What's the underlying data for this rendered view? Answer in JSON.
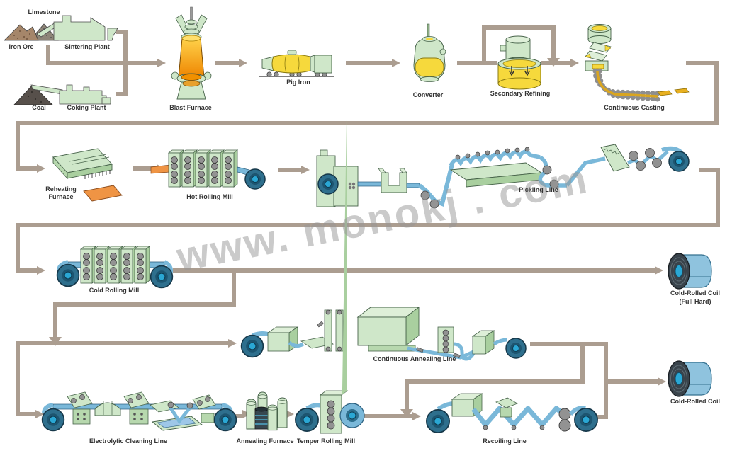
{
  "watermark": "www. monokj . com",
  "stages": {
    "limestone": {
      "label": "Limestone"
    },
    "iron_ore": {
      "label": "Iron Ore"
    },
    "sintering_plant": {
      "label": "Sintering Plant"
    },
    "coal": {
      "label": "Coal"
    },
    "coking_plant": {
      "label": "Coking Plant"
    },
    "blast_furnace": {
      "label": "Blast Furnace"
    },
    "pig_iron": {
      "label": "Pig Iron"
    },
    "converter": {
      "label": "Converter"
    },
    "secondary_refining": {
      "label": "Secondary Refining"
    },
    "continuous_casting": {
      "label": "Continuous Casting"
    },
    "reheating_furnace": {
      "label": "Reheating Furnace"
    },
    "hot_rolling_mill": {
      "label": "Hot Rolling Mill"
    },
    "pickling_line": {
      "label": "Pickling Line"
    },
    "cold_rolling_mill": {
      "label": "Cold Rolling Mill"
    },
    "cold_rolled_coil_full_hard": {
      "label": "Cold-Rolled Coil",
      "sublabel": "(Full Hard)"
    },
    "continuous_annealing_line": {
      "label": "Continuous Annealing Line"
    },
    "electrolytic_cleaning_line": {
      "label": "Electrolytic Cleaning Line"
    },
    "annealing_furnace": {
      "label": "Annealing Furnace"
    },
    "temper_rolling_mill": {
      "label": "Temper Rolling Mill"
    },
    "recoiling_line": {
      "label": "Recoiling Line"
    },
    "cold_rolled_coil": {
      "label": "Cold-Rolled Coil"
    }
  },
  "flow": {
    "connections": [
      "sintering_plant+coking_plant -> blast_furnace",
      "blast_furnace -> pig_iron",
      "pig_iron -> converter",
      "converter -> secondary_refining",
      "secondary_refining -> continuous_casting",
      "continuous_casting -> reheating_furnace",
      "reheating_furnace -> hot_rolling_mill",
      "hot_rolling_mill -> pickling_line",
      "pickling_line -> cold_rolling_mill",
      "cold_rolling_mill -> cold_rolled_coil_full_hard",
      "cold_rolling_mill -> continuous_annealing_line",
      "cold_rolling_mill -> electrolytic_cleaning_line",
      "electrolytic_cleaning_line -> annealing_furnace",
      "annealing_furnace -> temper_rolling_mill",
      "temper_rolling_mill -> recoiling_line",
      "continuous_annealing_line -> recoiling_line",
      "recoiling_line -> cold_rolled_coil"
    ]
  },
  "colors": {
    "connector": "#ab9d90",
    "equipment_green": "#cfe7c9",
    "molten_yellow": "#f6d93c",
    "hot_slab_orange": "#ef9444",
    "strip_blue": "#7ab8d9",
    "coil_dark_blue": "#2e6f8d",
    "coil_core_blue": "#2aa7d4",
    "roller_gray": "#929292",
    "watermark_gray": "#9a9a9a",
    "label_text": "#333333"
  }
}
